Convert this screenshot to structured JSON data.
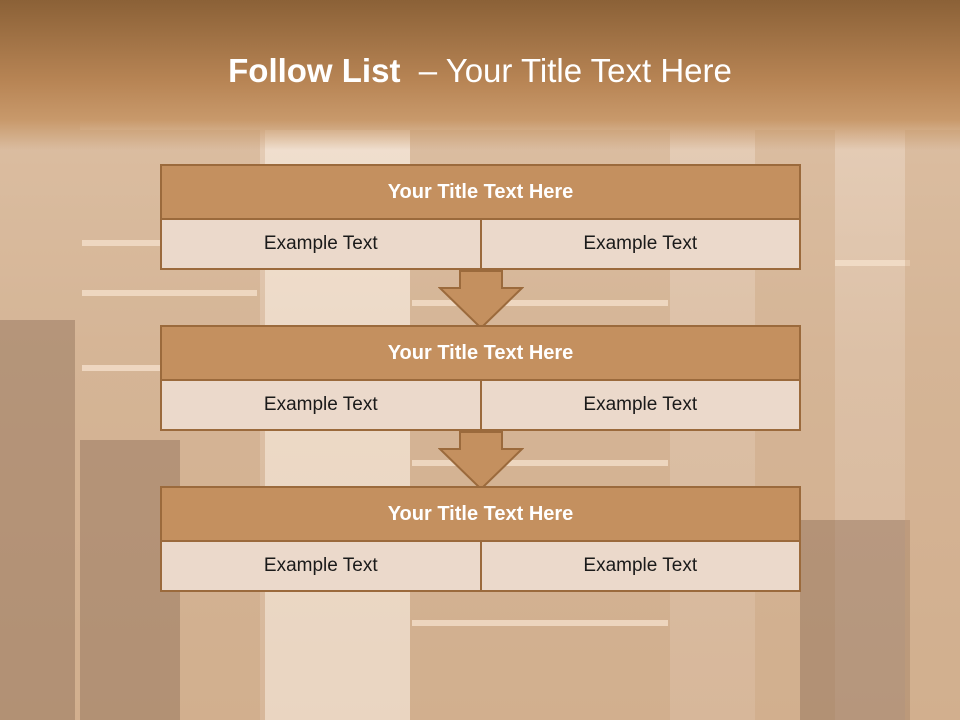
{
  "slide": {
    "title_bold": "Follow List",
    "title_rest": "  – Your Title Text Here"
  },
  "blocks": [
    {
      "title": "Your Title Text Here",
      "cells": [
        "Example Text",
        "Example Text"
      ]
    },
    {
      "title": "Your Title Text Here",
      "cells": [
        "Example Text",
        "Example Text"
      ]
    },
    {
      "title": "Your Title Text Here",
      "cells": [
        "Example Text",
        "Example Text"
      ]
    }
  ],
  "colors": {
    "header_band": "#b88555",
    "block_header": "#c4905f",
    "block_border": "#9b6a3c",
    "block_row": "#ebd9cb",
    "title_text": "#ffffff"
  }
}
